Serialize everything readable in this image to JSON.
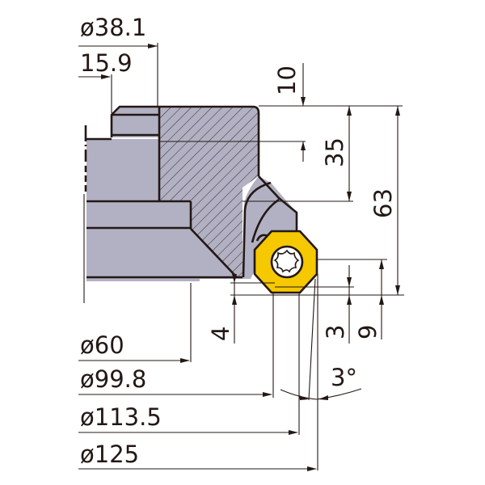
{
  "drawing": {
    "type": "face-mill cutter cross-section dimension drawing",
    "colors": {
      "body": "#b2b1c3",
      "insert": "#f5c800",
      "line": "#231815",
      "background": "#ffffff"
    },
    "dimensions": {
      "bore_diameter": "ø38.1",
      "keyway_width": "15.9",
      "keyway_depth": "10",
      "body_height": "35",
      "total_height": "63",
      "insert_height": "9",
      "insert_offset": "3",
      "relief_height": "4",
      "hub_diameter": "ø60",
      "diameter_99": "ø99.8",
      "diameter_113": "ø113.5",
      "cutting_diameter": "ø125",
      "lead_angle": "3°"
    }
  }
}
